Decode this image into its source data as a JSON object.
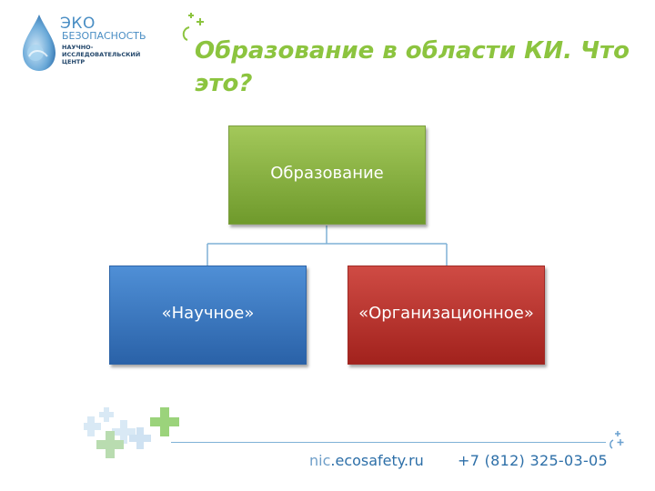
{
  "logo": {
    "line1": "ЭКО",
    "line2": "БЕЗОПАСНОСТЬ",
    "line3": "НАУЧНО- ИССЛЕДОВАТЕЛЬСКИЙ ЦЕНТР"
  },
  "slide": {
    "title": "Образование в области КИ. Что это?"
  },
  "diagram": {
    "root": "Образование",
    "children": [
      "«Научное»",
      "«Организационное»"
    ]
  },
  "footer": {
    "site_prefix": "nic",
    "site_rest": ".ecosafety.ru",
    "phone": "+7 (812) 325-03-05"
  },
  "colors": {
    "title": "#8cc43f",
    "root_box": "#8ab444",
    "left_box": "#3a78c2",
    "right_box": "#bd3a34",
    "connector": "#7fb1d6"
  }
}
